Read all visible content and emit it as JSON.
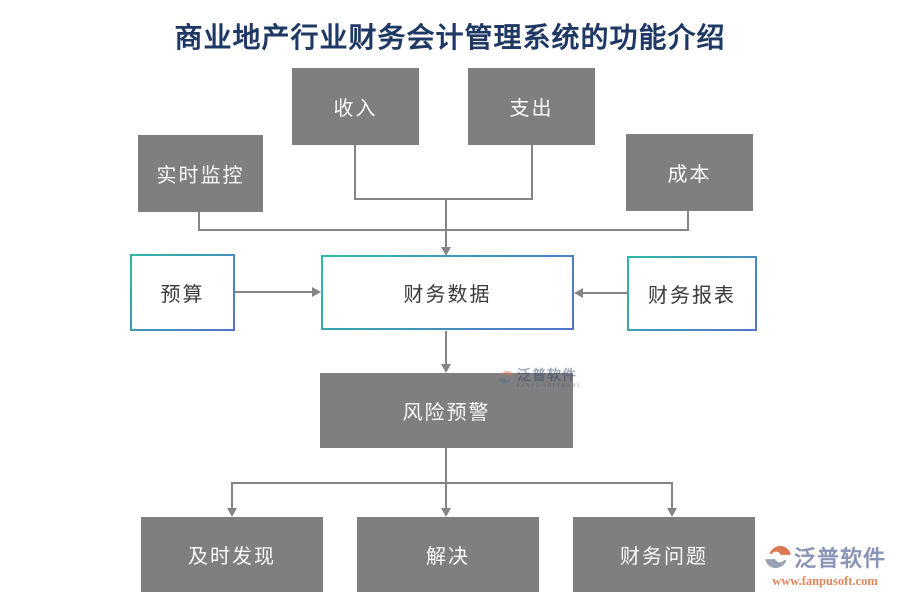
{
  "title": {
    "text": "商业地产行业财务会计管理系统的功能介绍"
  },
  "nodes": {
    "income": {
      "label": "收入"
    },
    "expense": {
      "label": "支出"
    },
    "realtime_monitor": {
      "label": "实时监控"
    },
    "cost": {
      "label": "成本"
    },
    "budget": {
      "label": "预算"
    },
    "financial_data": {
      "label": "财务数据"
    },
    "financial_report": {
      "label": "财务报表"
    },
    "risk_warning": {
      "label": "风险预警"
    },
    "timely_discovery": {
      "label": "及时发现"
    },
    "solve": {
      "label": "解决"
    },
    "financial_problem": {
      "label": "财务问题"
    }
  },
  "watermark": {
    "brand": "泛普软件",
    "brand_en": "FANPU SOFTWARE",
    "url": "www.fanpusoft.com"
  },
  "colors": {
    "title_text": "#1f3864",
    "gray_node_bg": "#7f7f7f",
    "gray_node_text": "#fafafa",
    "white_node_border_start": "#2fb9a4",
    "white_node_border_end": "#5472cc",
    "connector": "#858585",
    "watermark_brand": "#8a94b6",
    "watermark_url": "#e0875c",
    "logo_orange": "#d97a54",
    "logo_gray": "#98a2b4"
  }
}
